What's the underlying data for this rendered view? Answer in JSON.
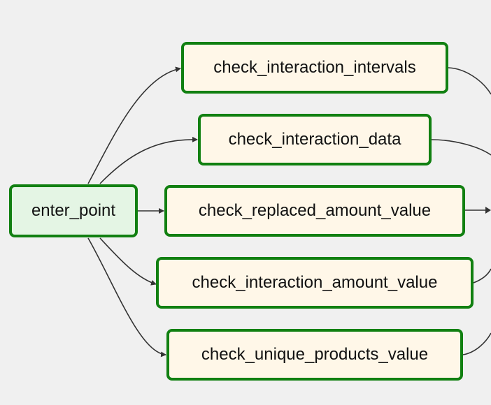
{
  "graph": {
    "background": "#f0f0f0",
    "border_color": "#118011",
    "edge_color": "#333333",
    "entry_fill": "#e4f5e4",
    "task_fill": "#fff7e8",
    "entry_node": {
      "label": "enter_point"
    },
    "task_nodes": [
      {
        "label": "check_interaction_intervals"
      },
      {
        "label": "check_interaction_data"
      },
      {
        "label": "check_replaced_amount_value"
      },
      {
        "label": "check_interaction_amount_value"
      },
      {
        "label": "check_unique_products_value"
      }
    ],
    "edges": [
      {
        "from": "enter_point",
        "to": "check_interaction_intervals"
      },
      {
        "from": "enter_point",
        "to": "check_interaction_data"
      },
      {
        "from": "enter_point",
        "to": "check_replaced_amount_value"
      },
      {
        "from": "enter_point",
        "to": "check_interaction_amount_value"
      },
      {
        "from": "enter_point",
        "to": "check_unique_products_value"
      }
    ]
  }
}
